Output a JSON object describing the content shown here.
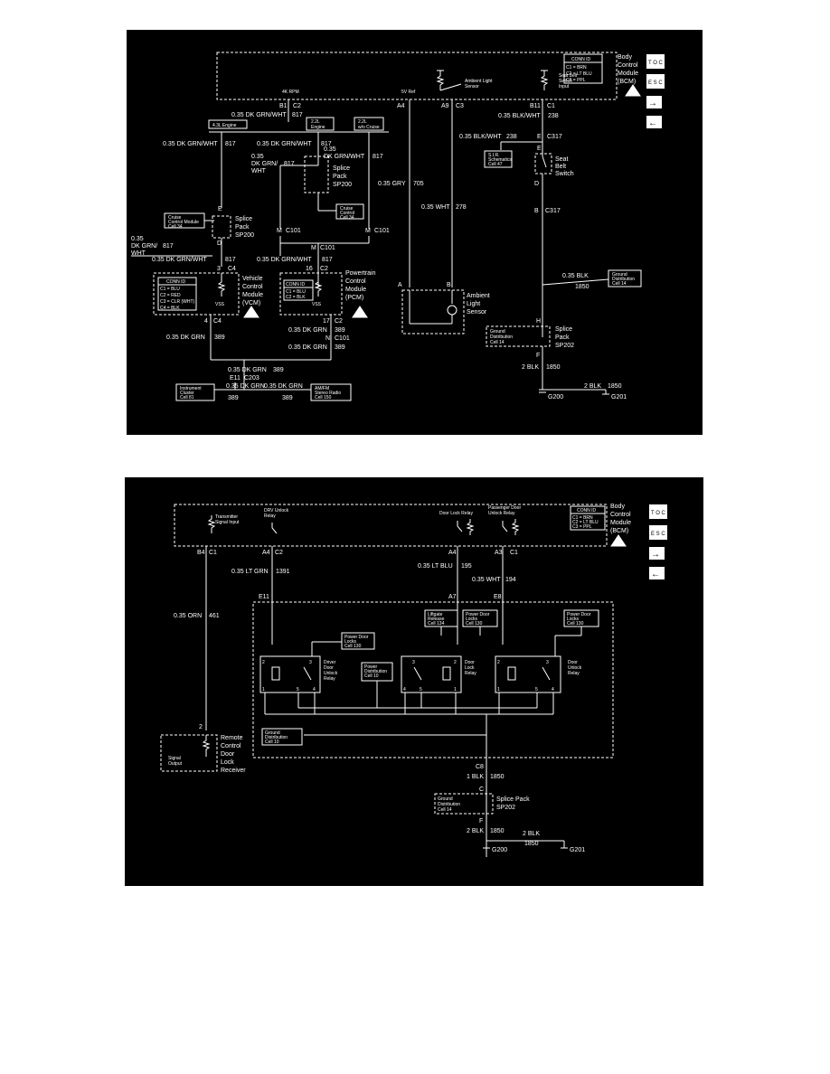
{
  "diagram1": {
    "bcm": {
      "l1": "Body",
      "l2": "Control",
      "l3": "Module",
      "l4": "(BCM)"
    },
    "conn_id": {
      "title": "CONN ID",
      "c1": "C1 = BRN",
      "c2": "C2 = LT BLU",
      "c3": "C3 = PPL"
    },
    "labels": {
      "rpm": "4K RPM",
      "ref5v": "5V Ref",
      "als_top1": "Ambient Light",
      "als_top2": "Sensor",
      "sbs_top1": "Seat Belt",
      "sbs_top2": "Switch",
      "sbs_top3": "Input",
      "b1": "B1",
      "c2": "C2",
      "a4": "A4",
      "a9": "A9",
      "c3": "C3",
      "b11": "B11",
      "c1": "C1",
      "w817a": "0.35 DK GRN/WHT",
      "n817a": "817",
      "w238a": "0.35 BLK/WHT",
      "n238a": "238",
      "eng43": "4.3L Engine",
      "eng22a": "2.2L",
      "eng22b": "Engine",
      "eng22c": "2.2L",
      "eng22d": "w/o Cruise",
      "w817b": "0.35 DK GRN/WHT",
      "n817b": "817",
      "w817c": "0.35 DK GRN/WHT",
      "n817c": "817",
      "w817d1": "0.35",
      "w817d2": "DK GRN/",
      "w817d3": "WHT",
      "n817d": "817",
      "w817e": "0.35",
      "w817e2": "DK GRN/WHT",
      "n817e": "817",
      "sp200a": "Splice",
      "sp200b": "Pack",
      "sp200c": "SP200",
      "w238b": "0.35 BLK/WHT",
      "n238b": "238",
      "c317a": "C317",
      "sir1": "S.I.R.",
      "sir2": "Schematics",
      "sir3": "Cell 47",
      "seat1": "Seat",
      "seat2": "Belt",
      "seat3": "Switch",
      "gry": "0.35 GRY",
      "n705": "705",
      "wht": "0.35 WHT",
      "n278": "278",
      "cruise1": "Cruise",
      "cruise2": "Control",
      "cruise3": "Cell 34",
      "ccm1": "Cruise",
      "ccm2": "Control Module",
      "ccm3": "Cell 34",
      "sp200d": "Splice",
      "sp200e": "Pack",
      "sp200f": "SP200",
      "m": "M",
      "c101": "C101",
      "c101b": "C101",
      "c101c": "C101",
      "e": "E",
      "d": "D",
      "b": "B",
      "c317b": "C317",
      "w817f1": "0.35",
      "w817f2": "DK GRN/",
      "w817f3": "WHT",
      "n817f": "817",
      "w817g": "0.35 DK GRN/WHT",
      "n817g": "817",
      "w817h": "0.35 DK GRN/WHT",
      "n817h": "817",
      "c4": "C4",
      "c2b": "C2",
      "p3": "3",
      "p16": "16",
      "vcm1": "Vehicle",
      "vcm2": "Control",
      "vcm3": "Module",
      "vcm4": "(VCM)",
      "vconn": "CONN ID",
      "vc1": "C1 = BLU",
      "vc2": "C2 = RED",
      "vc3": "C3 = CLR (WHT)",
      "vc4": "C4 = BLK",
      "pcm1": "Powertrain",
      "pcm2": "Control",
      "pcm3": "Module",
      "pcm4": "(PCM)",
      "pconn": "CONN ID",
      "pc1": "C1 = BLU",
      "pc2": "C2 = BLK",
      "vss": "VSS",
      "vss2": "VSS",
      "blk1850a": "0.35 BLK",
      "n1850a": "1850",
      "gnd1": "Ground",
      "gnd2": "Distribution",
      "gnd3": "Cell 14",
      "als1": "Ambient",
      "als2": "Light",
      "als3": "Sensor",
      "pa": "A",
      "pb": "B",
      "p4": "4",
      "c4b": "C4",
      "p17": "17",
      "c2c": "C2",
      "grn389a": "0.35 DK GRN",
      "n389a": "389",
      "grn389b": "0.35 DK GRN",
      "n389b": "389",
      "pn": "N",
      "c101d": "C101",
      "grn389c": "0.35 DK GRN",
      "n389c": "389",
      "sp202a": "Splice",
      "sp202b": "Pack",
      "sp202c": "SP202",
      "gd1": "Ground",
      "gd2": "Distribution",
      "gd3": "Cell 14",
      "ph": "H",
      "pf": "F",
      "grn389d": "0.35 DK GRN",
      "n389d": "389",
      "e11": "E11",
      "c203": "C203",
      "blk2a": "2 BLK",
      "n1850b": "1850",
      "blk2b": "2 BLK",
      "n1850c": "1850",
      "ic1": "Instrument",
      "ic2": "Cluster",
      "ic3": "Cell 81",
      "grn389e": "0.35 DK GRN",
      "n389e": "389",
      "grn389f": "0.35 DK GRN",
      "n389f": "389",
      "radio1": "AM/FM",
      "radio2": "Stereo Radio",
      "radio3": "Cell 150",
      "g200": "G200",
      "g201": "G201"
    }
  },
  "diagram2": {
    "bcm": {
      "l1": "Body",
      "l2": "Control",
      "l3": "Module",
      "l4": "(BCM)"
    },
    "conn_id": {
      "title": "CONN ID",
      "c1": "C1 = BRN",
      "c2": "C2 = LT BLU",
      "c3": "C3 = PPL"
    },
    "labels": {
      "tx1": "Transmitter",
      "tx2": "Signal Input",
      "drv1": "DRV Unlock",
      "drv2": "Relay",
      "dlr1": "Door Lock Relay",
      "pdu1": "Passenger Door",
      "pdu2": "Unlock Relay",
      "b4": "B4",
      "c1a": "C1",
      "a4": "A4",
      "c2": "C2",
      "a4b": "A4",
      "a3": "A3",
      "c1b": "C1",
      "ltgrn": "0.35 LT GRN",
      "n1391": "1391",
      "ltblu": "0.35 LT BLU",
      "n195": "195",
      "wht": "0.35 WHT",
      "n194": "194",
      "orn": "0.35 ORN",
      "n461": "461",
      "e11": "E11",
      "a7": "A7",
      "e8": "E8",
      "lg1": "Liftgate",
      "lg2": "Release",
      "lg3": "Cell 134",
      "pdl1": "Power Door",
      "pdl2": "Locks",
      "pdl3": "Cell 130",
      "pdl4": "Power Door",
      "pdl5": "Locks",
      "pdl6": "Cell 130",
      "pdl7": "Power Door",
      "pdl8": "Locks",
      "pdl9": "Cell 130",
      "pwr1": "Power",
      "pwr2": "Distribution",
      "pwr3": "Cell 10",
      "ddu1": "Driver",
      "ddu2": "Door",
      "ddu3": "Unlock",
      "ddu4": "Relay",
      "dl1": "Door",
      "dl2": "Lock",
      "dl3": "Relay",
      "du1": "Door",
      "du2": "Unlock",
      "du3": "Relay",
      "gd1": "Ground",
      "gd2": "Distribution",
      "gd3": "Cell 10",
      "rc1": "Remote",
      "rc2": "Control",
      "rc3": "Door",
      "rc4": "Lock",
      "rc5": "Receiver",
      "so1": "Signal",
      "so2": "Output",
      "p2": "2",
      "c8": "C8",
      "blk1": "1 BLK",
      "n1850a": "1850",
      "sp1": "Splice Pack",
      "sp2": "SP202",
      "gd4": "Ground",
      "gd5": "Distribution",
      "gd6": "Cell 14",
      "pc": "C",
      "pf": "F",
      "blk2a": "2 BLK",
      "n1850b": "1850",
      "blk2b": "2 BLK",
      "n1850c": "1850",
      "g200": "G200",
      "g201": "G201",
      "r1": "1",
      "r2": "2",
      "r3": "3",
      "r4": "4",
      "r5": "5"
    }
  },
  "nav": {
    "toc": "T O C",
    "esc": "E S C",
    "next": "→",
    "prev": "←"
  }
}
